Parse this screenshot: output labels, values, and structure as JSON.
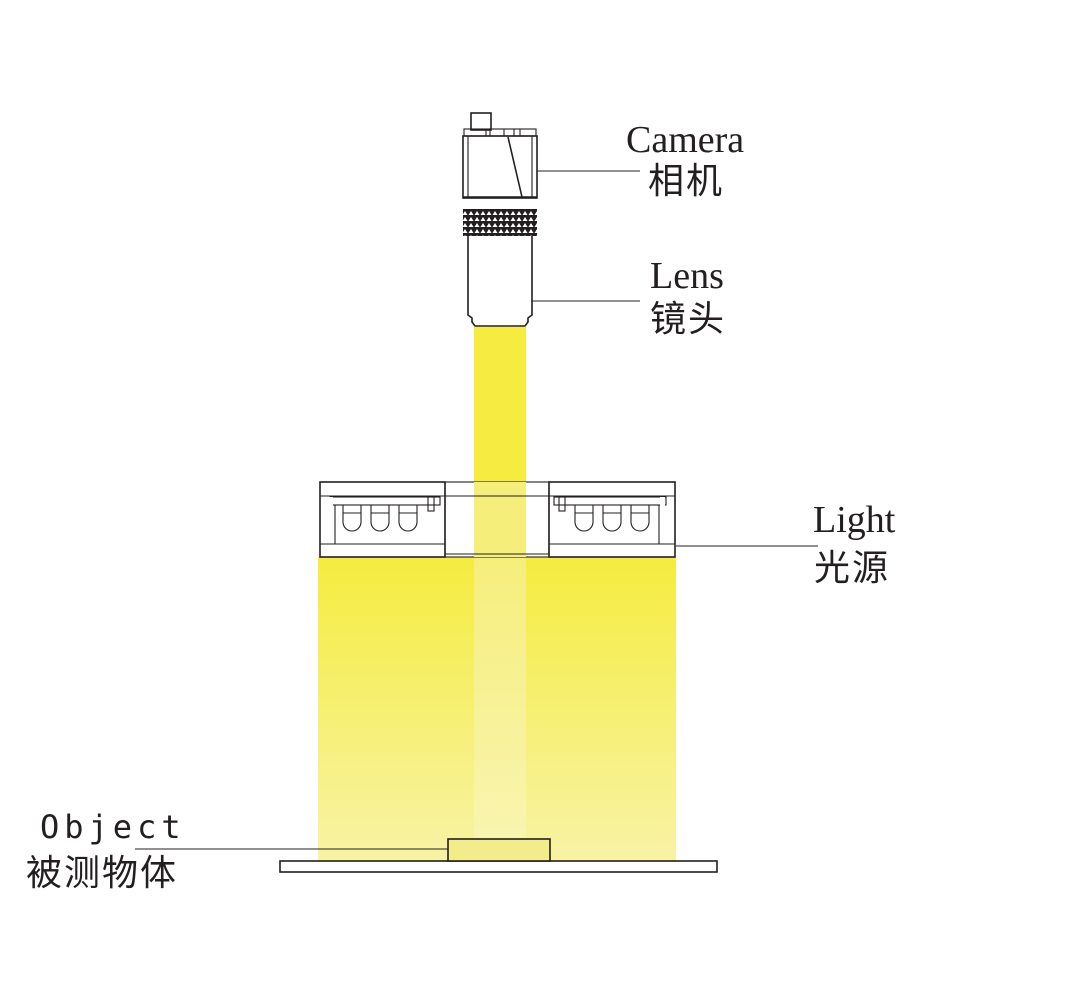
{
  "diagram": {
    "type": "machine-vision coaxial/ring light setup",
    "labels": {
      "camera": {
        "en": "Camera",
        "zh": "相机"
      },
      "lens": {
        "en": "Lens",
        "zh": "镜头"
      },
      "light": {
        "en": "Light",
        "zh": "光源"
      },
      "object": {
        "en": "Object",
        "zh": "被测物体"
      }
    },
    "colors": {
      "light_top": "#f5ec3f",
      "light_bottom": "#f8f3a6",
      "beam": "#f5ee7a",
      "line": "#231f20",
      "background": "#ffffff"
    }
  }
}
